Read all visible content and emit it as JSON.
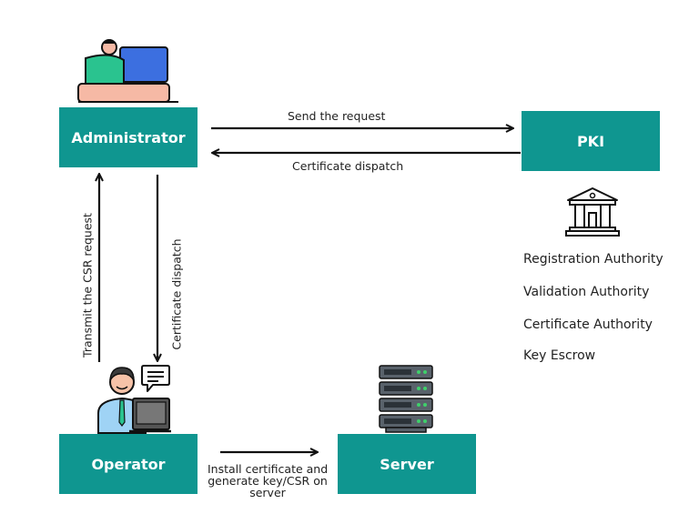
{
  "nodes": {
    "administrator": "Administrator",
    "pki": "PKI",
    "operator": "Operator",
    "server": "Server"
  },
  "edges": {
    "send_request": "Send the request",
    "certificate_dispatch_top": "Certificate dispatch",
    "transmit_csr": "Transmit the CSR request",
    "certificate_dispatch_side": "Certificate dispatch",
    "install_line1": "Install certificate and",
    "install_line2": "generate key/CSR on",
    "install_line3": "server"
  },
  "pki_components": [
    "Registration Authority",
    "Validation Authority",
    "Certificate Authority",
    "Key Escrow"
  ],
  "icons": [
    "administrator-person-icon",
    "bank-building-icon",
    "operator-person-icon",
    "chat-bubble-icon",
    "server-rack-icon"
  ],
  "colors": {
    "box": "#0f9690",
    "arrow": "#111111"
  }
}
